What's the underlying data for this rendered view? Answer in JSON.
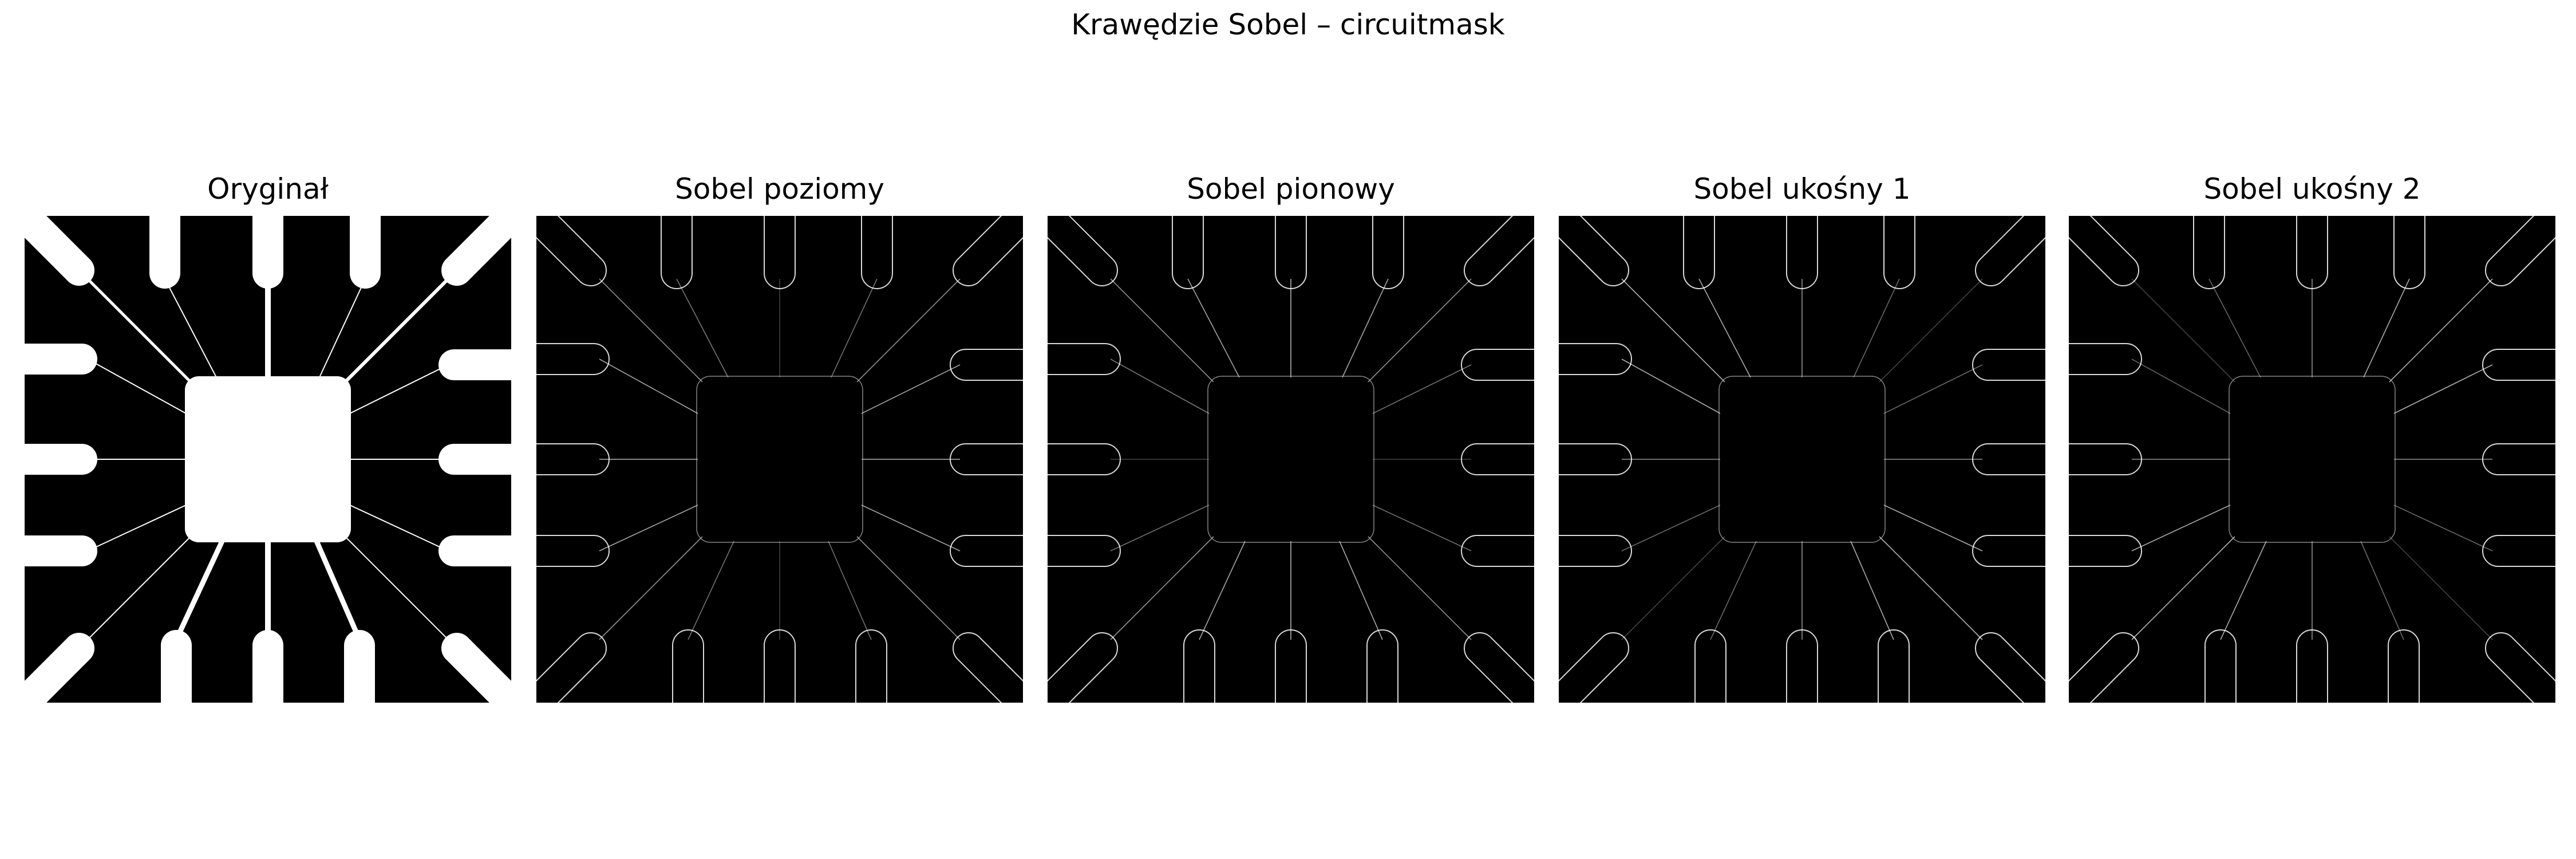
{
  "figure": {
    "title": "Krawędzie Sobel – circuitmask"
  },
  "panels": [
    {
      "key": "original",
      "title": "Oryginał"
    },
    {
      "key": "horizontal",
      "title": "Sobel poziomy"
    },
    {
      "key": "vertical",
      "title": "Sobel pionowy"
    },
    {
      "key": "diag1",
      "title": "Sobel ukośny 1"
    },
    {
      "key": "diag2",
      "title": "Sobel ukośny 2"
    }
  ],
  "colors": {
    "background": "#000000",
    "foreground": "#ffffff",
    "edge": "#bdbdbd"
  }
}
